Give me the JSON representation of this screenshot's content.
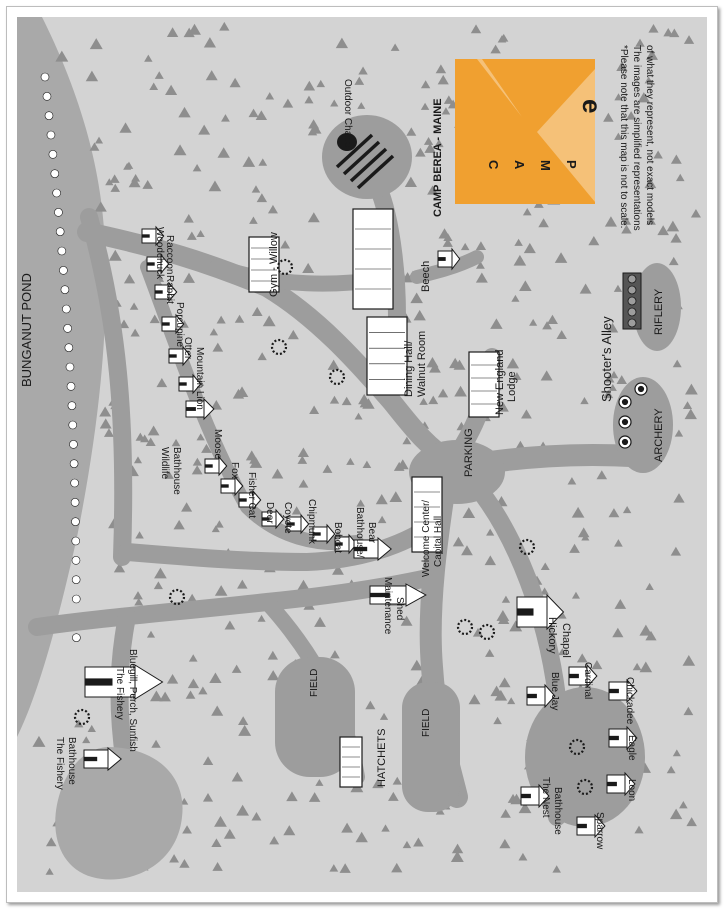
{
  "colors": {
    "background": "#d3d3d3",
    "road": "#9d9d9d",
    "pond": "#a9a9a9",
    "tree": "#8e8e8e",
    "logo": "#f0a030",
    "building": "#ffffff",
    "outline": "#1a1a1a"
  },
  "labels": {
    "pond": "BUNGANUT POND",
    "outdoor_chapel": "Outdoor Chapel",
    "camp_berea": "CAMP BEREA - MAINE",
    "gym": "Gym - Willow",
    "beech": "Beech",
    "dining": "Dining Hall/",
    "walnut": "Walnut Room",
    "new_england": "New England",
    "lodge": "Lodge",
    "parking": "PARKING",
    "shooters": "Shooter's Alley",
    "riflery": "RIFLERY",
    "archery": "ARCHERY",
    "woodchuck": "Woodchuck",
    "raccoon": "Raccoon",
    "rabbit": "Rabbit",
    "porcupine": "Porcupine",
    "otter": "Otter",
    "mountain_lion": "Mountain Lion",
    "moose": "Moose",
    "wildlife1": "Wildlife",
    "wildlife2": "Bathhouse",
    "fox": "Fox",
    "fisher_cat": "Fisher Cat",
    "deer": "Deer",
    "coyote": "Coyote",
    "chipmunk": "Chipmunk",
    "bobcat": "Bobcat",
    "bathhouse_bear1": "Bathhouse/",
    "bathhouse_bear2": "Bear",
    "welcome1": "Welcome Center/",
    "welcome2": "Capital Hall",
    "maintenance1": "Maintenance",
    "maintenance2": "Shed",
    "hickory1": "Hickory",
    "hickory2": "Chapel",
    "blue_jay": "Blue Jay",
    "cardinal": "Cardinal",
    "chickadee": "Chickadee",
    "eagle": "Eagle",
    "loon": "Loon",
    "sparrow": "Sparrow",
    "nest1": "The Nest",
    "nest2": "Bathhouse",
    "field1": "FIELD",
    "field2": "FIELD",
    "hatchets": "HATCHETS",
    "fishery1": "The Fishery",
    "fishery2": "Bluegill, Perch, Sunfish",
    "fishery_bath1": "The Fishery",
    "fishery_bath2": "Bathhouse"
  },
  "logo": {
    "letters": [
      "C",
      "A",
      "M",
      "P"
    ],
    "partial_word": "e"
  },
  "disclaimer": [
    "*Please note that this map is not to scale.",
    "The images are simplified representations",
    "of what they represent, not exact models"
  ]
}
